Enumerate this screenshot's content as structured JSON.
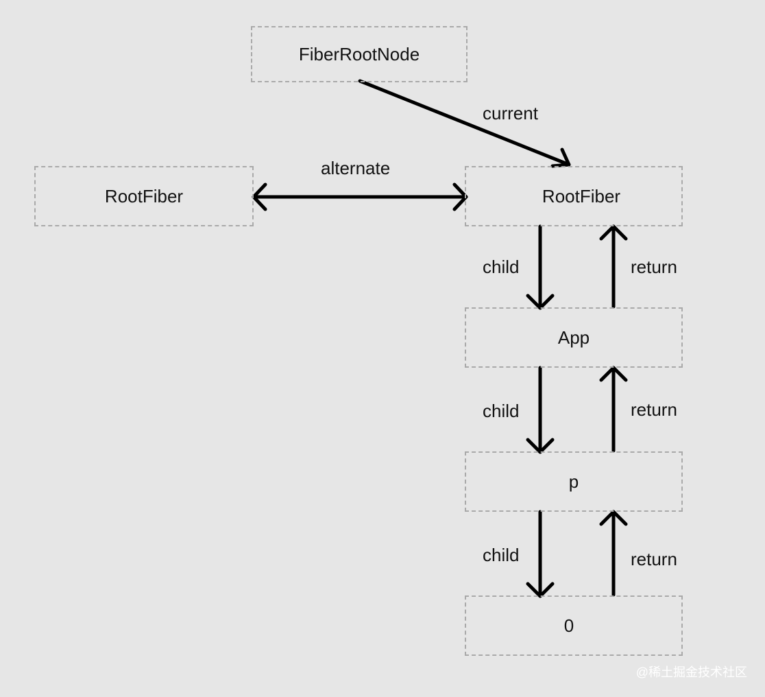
{
  "nodes": {
    "fiber_root_node": "FiberRootNode",
    "root_fiber_left": "RootFiber",
    "root_fiber_right": "RootFiber",
    "app": "App",
    "p": "p",
    "zero": "0"
  },
  "edges": {
    "current": "current",
    "alternate": "alternate",
    "child_1": "child",
    "return_1": "return",
    "child_2": "child",
    "return_2": "return",
    "child_3": "child",
    "return_3": "return"
  },
  "watermark": "@稀土掘金技术社区"
}
